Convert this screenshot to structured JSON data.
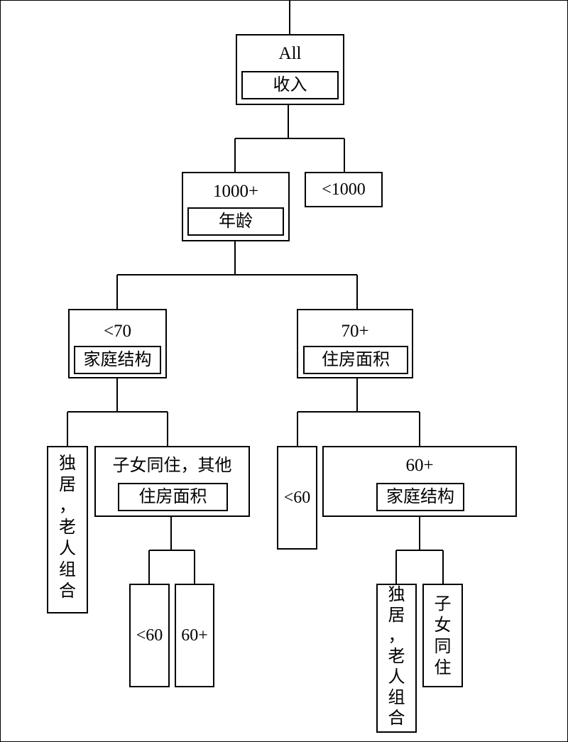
{
  "root": {
    "condition": "All",
    "split": "收入"
  },
  "income_high": {
    "condition": "1000+",
    "split": "年龄"
  },
  "income_low": {
    "condition": "<1000"
  },
  "age_young": {
    "condition": "<70",
    "split": "家庭结构"
  },
  "age_old": {
    "condition": "70+",
    "split": "住房面积"
  },
  "young_alone": {
    "chars": [
      "独",
      "居",
      "，",
      "老",
      "人",
      "组",
      "合"
    ]
  },
  "young_children": {
    "condition": "子女同住，其他",
    "split": "住房面积"
  },
  "young_children_small": {
    "condition": "<60"
  },
  "young_children_large": {
    "condition": "60+"
  },
  "old_small": {
    "condition": "<60"
  },
  "old_large": {
    "condition": "60+",
    "split": "家庭结构"
  },
  "old_large_alone": {
    "chars": [
      "独",
      "居",
      "，",
      "老",
      "人",
      "组",
      "合"
    ]
  },
  "old_large_children": {
    "chars": [
      "子",
      "女",
      "同",
      "住"
    ]
  }
}
